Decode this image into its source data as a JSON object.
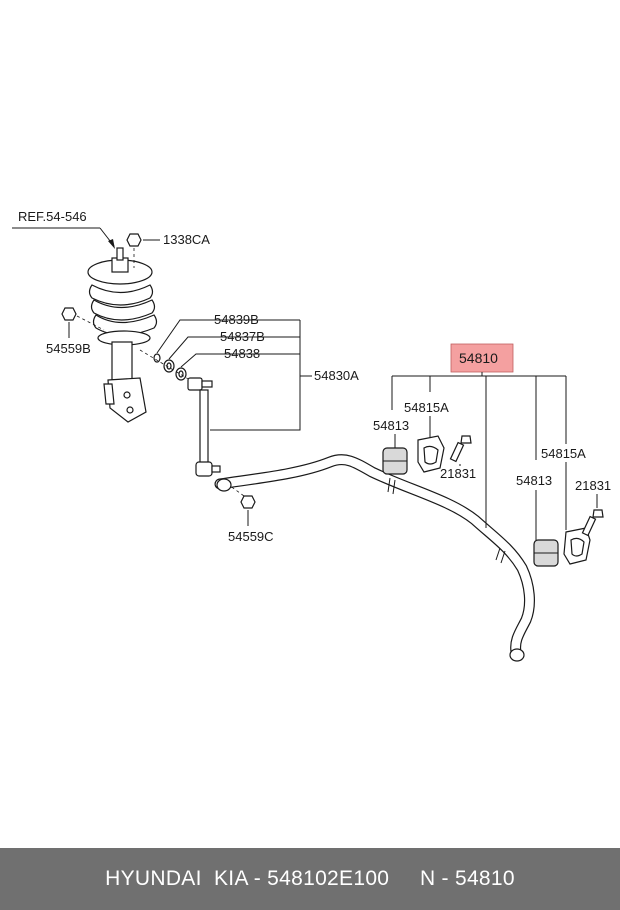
{
  "labels": {
    "ref": "REF.54-546",
    "p1338ca": "1338CA",
    "p54559b": "54559B",
    "p54839b": "54839B",
    "p54837b": "54837B",
    "p54838": "54838",
    "p54830a": "54830A",
    "p54559c": "54559C",
    "p54810": "54810",
    "p54815a_left": "54815A",
    "p54813_left": "54813",
    "p21831_left": "21831",
    "p54815a_right": "54815A",
    "p54813_right": "54813",
    "p21831_right": "21831"
  },
  "footer": {
    "text": "HYUNDAI  KIA - 548102E100     N - 54810"
  },
  "colors": {
    "highlight_box": "#f4a0a0",
    "footer_bg": "#707070",
    "footer_text": "#ffffff"
  }
}
